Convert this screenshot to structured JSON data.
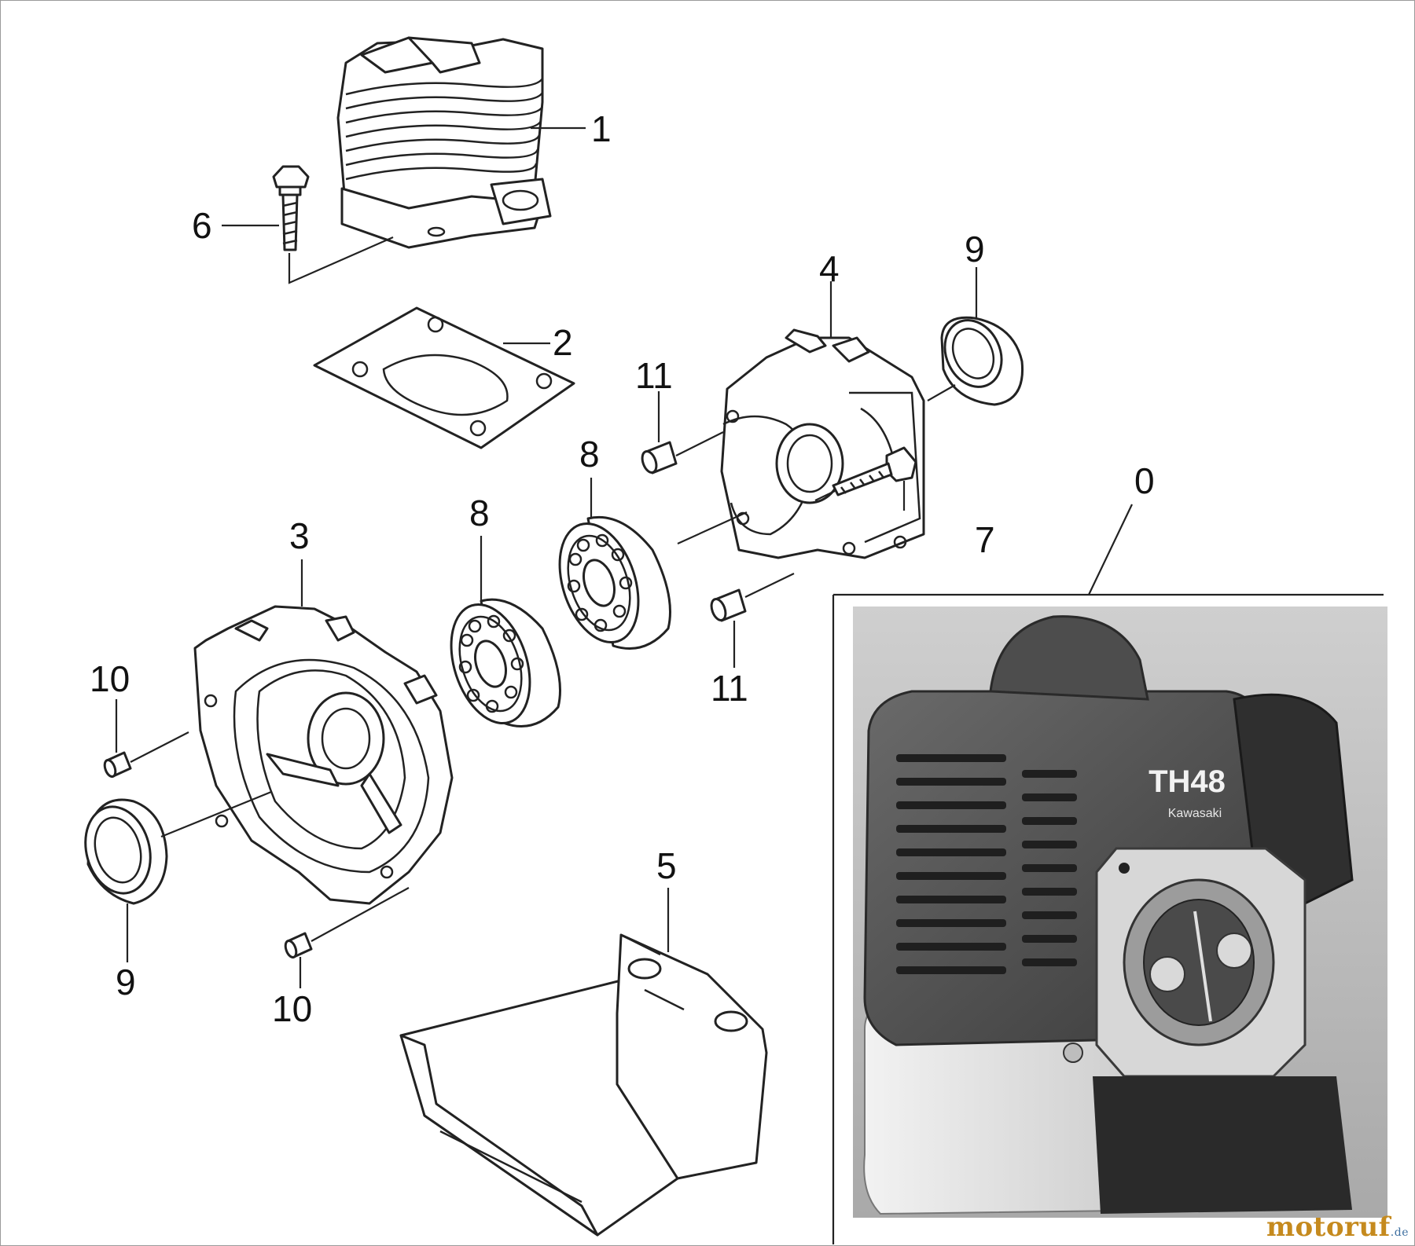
{
  "callouts": {
    "c0": "0",
    "c1": "1",
    "c2": "2",
    "c3": "3",
    "c4": "4",
    "c5": "5",
    "c6": "6",
    "c7": "7",
    "c8a": "8",
    "c8b": "8",
    "c9a": "9",
    "c9b": "9",
    "c10a": "10",
    "c10b": "10",
    "c11a": "11",
    "c11b": "11"
  },
  "photo": {
    "badge_model": "TH48",
    "badge_brand": "Kawasaki"
  },
  "watermark": {
    "text": "motoruf",
    "suffix": ".de"
  }
}
